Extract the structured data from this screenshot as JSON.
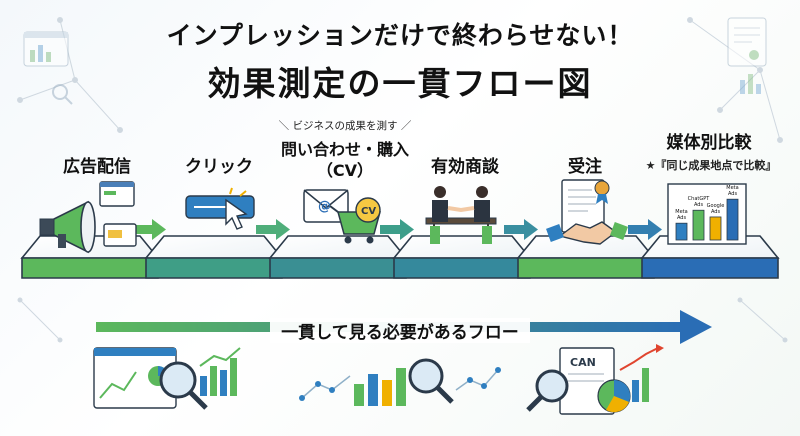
{
  "title": {
    "line1": "インプレッションだけで終わらせない！",
    "line2": "効果測定の一貫フロー図"
  },
  "steps": [
    {
      "label": "広告配信",
      "icon": "megaphone-icon"
    },
    {
      "label": "クリック",
      "icon": "cursor-click-icon"
    },
    {
      "label": "問い合わせ・購入",
      "label_sub": "（CV）",
      "note": "ビジネスの成果を測す",
      "icon": "mail-cart-icon"
    },
    {
      "label": "有効商談",
      "icon": "handshake-meeting-icon"
    },
    {
      "label": "受注",
      "icon": "contract-handshake-icon"
    },
    {
      "label": "媒体別比較",
      "note": "★『同じ成果地点で比較』",
      "icon": "bar-chart-icon"
    }
  ],
  "media_chart": {
    "bar_labels": [
      "Meta Ads",
      "ChatGPT Ads",
      "Google Ads",
      "Meta Ads"
    ],
    "values": [
      0.35,
      0.62,
      0.48,
      0.85
    ]
  },
  "cv_badge": "CV",
  "flow_label": "一貫して見る必要があるフロー",
  "document_label": "CAN",
  "colors": {
    "green": "#5cb85c",
    "teal": "#2f8f8a",
    "blue": "#2a6db5",
    "dark": "#2b3a4a"
  }
}
